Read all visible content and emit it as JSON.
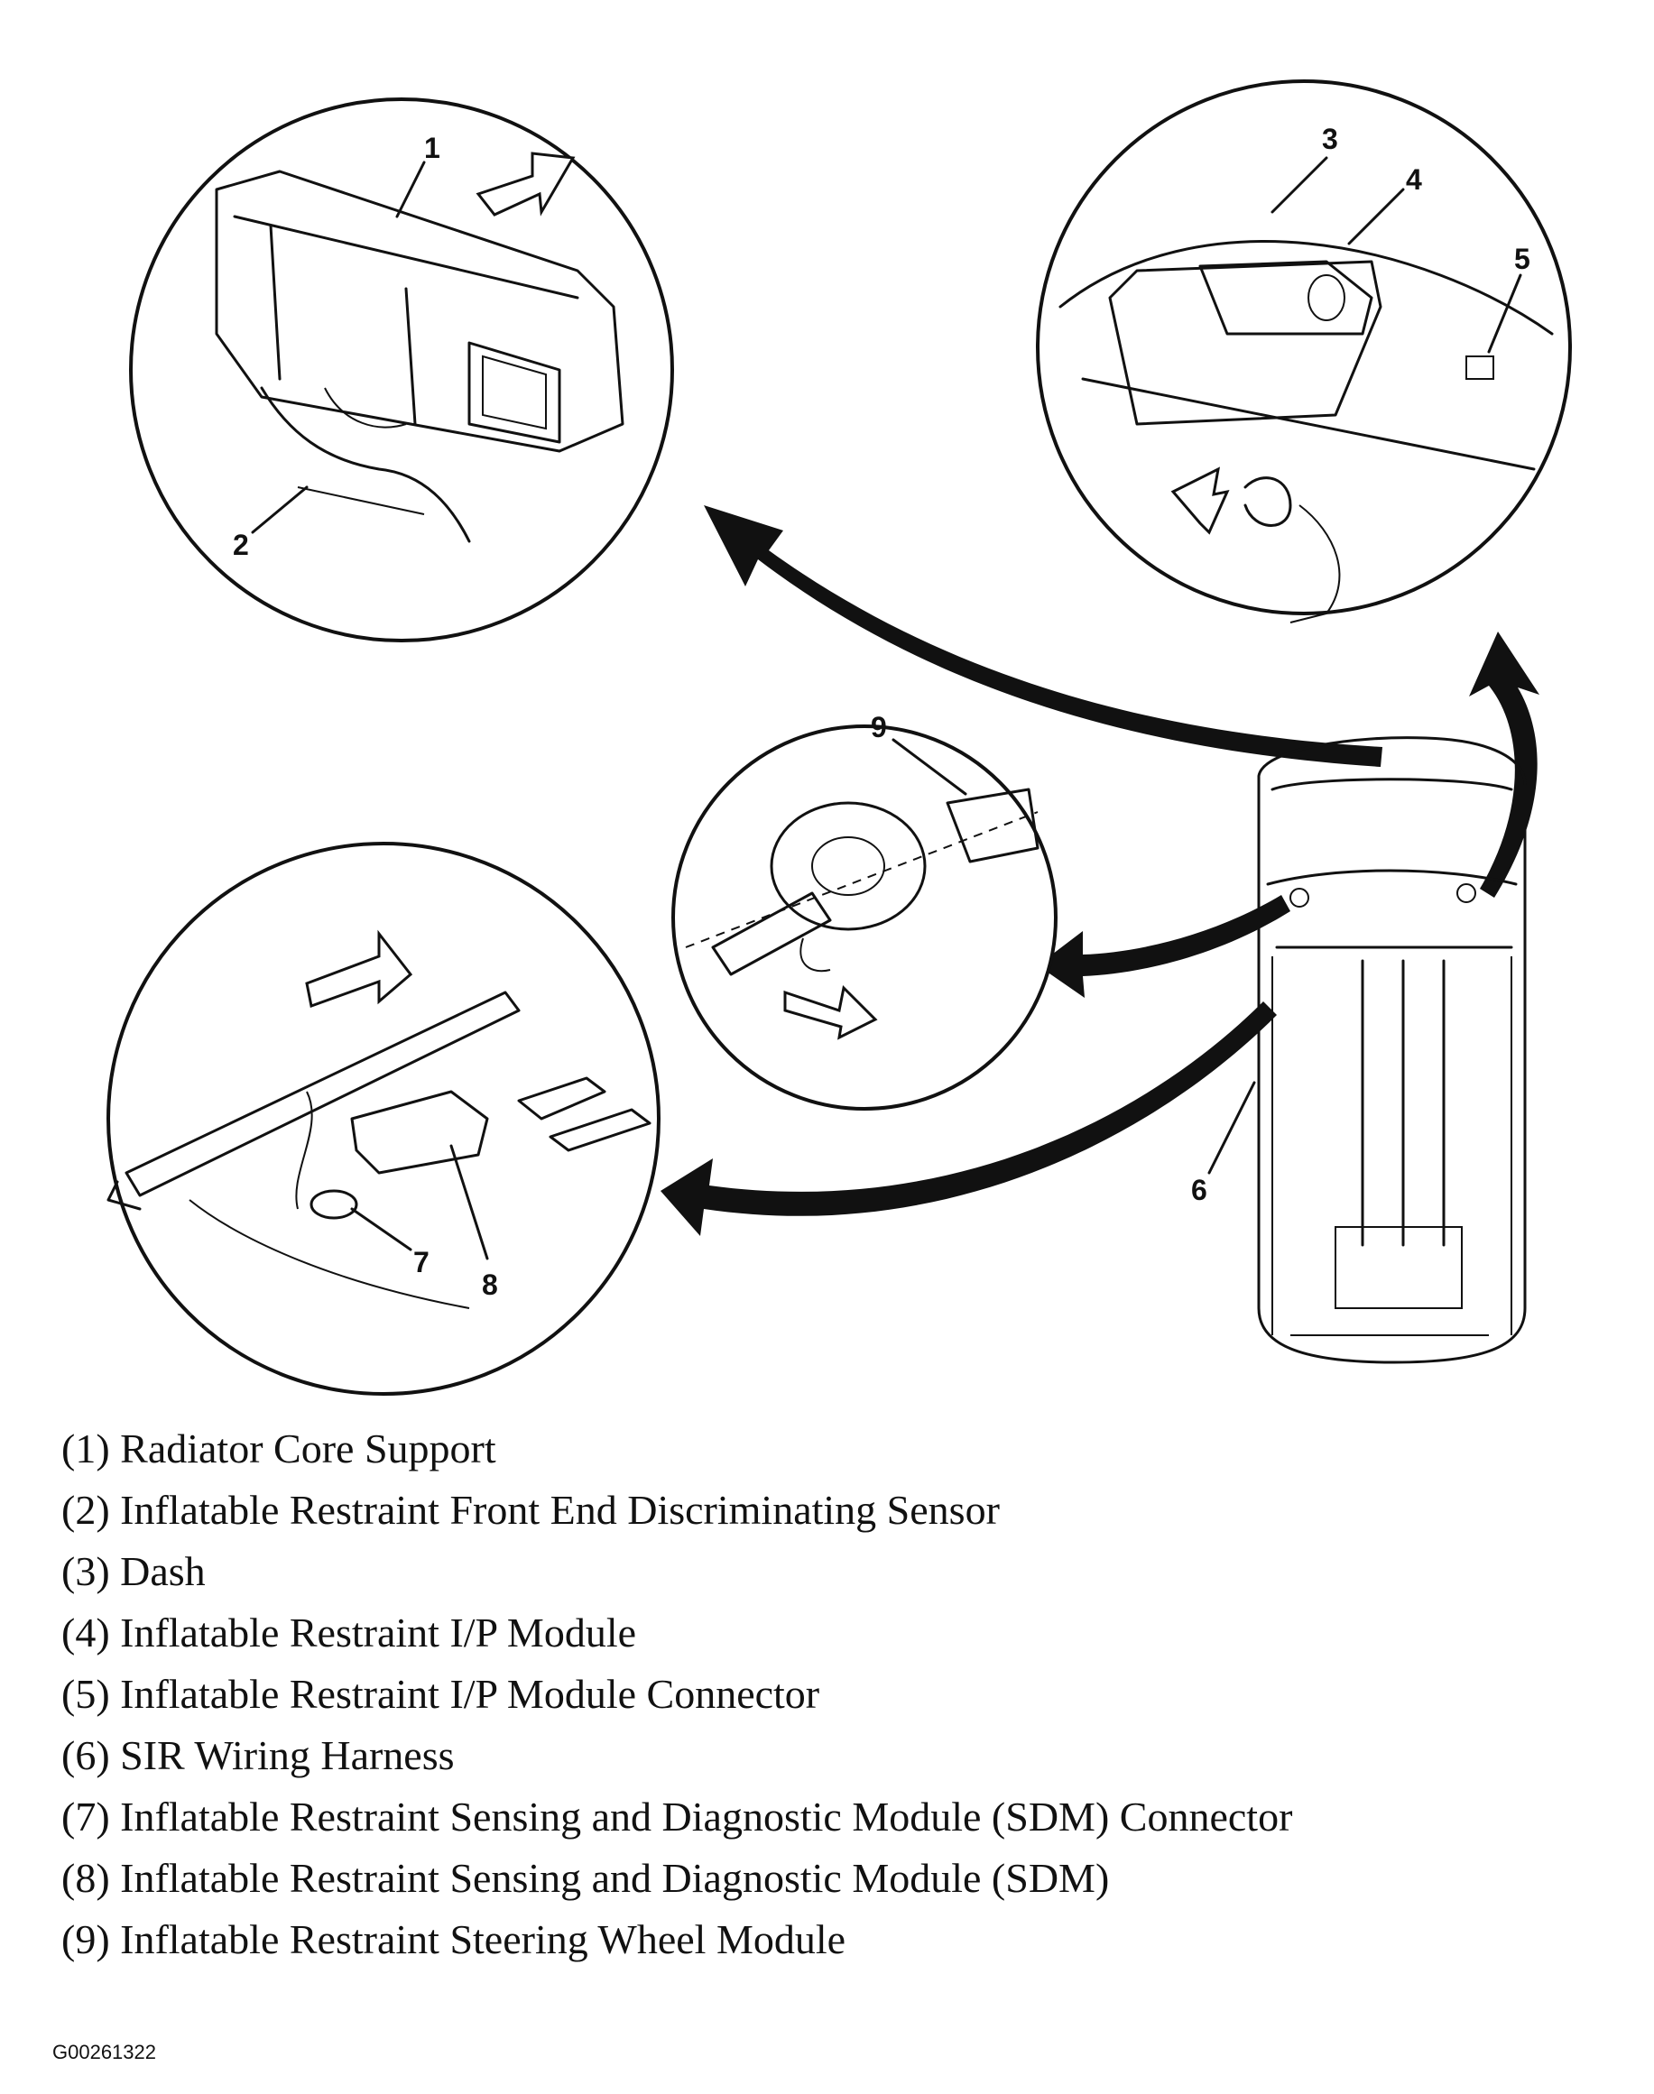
{
  "callouts": {
    "c1": "1",
    "c2": "2",
    "c3": "3",
    "c4": "4",
    "c5": "5",
    "c6": "6",
    "c7": "7",
    "c8": "8",
    "c9": "9"
  },
  "legend": [
    "(1) Radiator Core Support",
    "(2) Inflatable Restraint Front End Discriminating Sensor",
    "(3) Dash",
    "(4) Inflatable Restraint I/P Module",
    "(5) Inflatable Restraint I/P Module Connector",
    "(6) SIR Wiring Harness",
    "(7) Inflatable Restraint Sensing and Diagnostic Module (SDM) Connector",
    "(8) Inflatable Restraint Sensing and Diagnostic Module (SDM)",
    "(9) Inflatable Restraint Steering Wheel Module"
  ],
  "figure_id": "G00261322"
}
